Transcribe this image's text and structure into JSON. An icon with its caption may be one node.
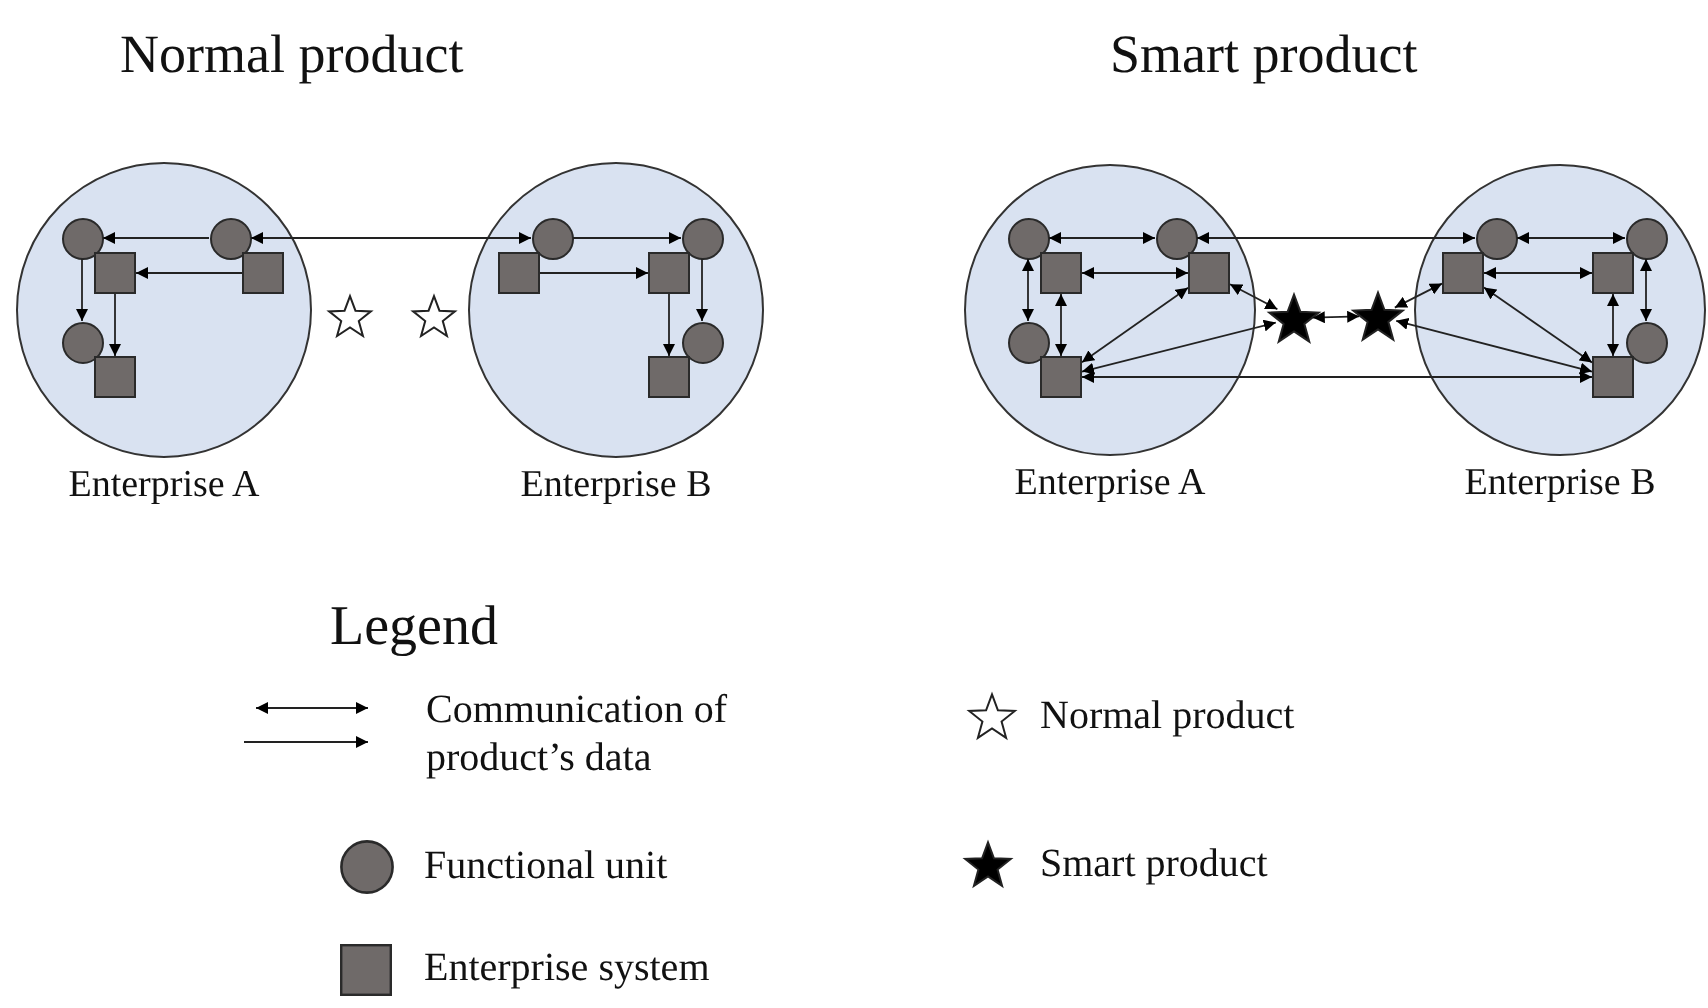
{
  "diagram": {
    "nodes": [
      {
        "text": [
          "Enterprise A"
        ]
      },
      {
        "text": [],
        "shape": "circle",
        "in": 0
      },
      {
        "text": [],
        "shape": "box",
        "in": 0
      },
      {
        "text": [],
        "shape": "circle",
        "in": 0
      },
      {
        "text": [],
        "shape": "box",
        "in": 0
      },
      {
        "text": [],
        "shape": "circle",
        "in": 0
      },
      {
        "text": [],
        "shape": "box",
        "in": 0
      },
      {
        "text": [
          "Enterprise B"
        ]
      },
      {
        "text": [],
        "shape": "circle",
        "in": 7
      },
      {
        "text": [],
        "shape": "box",
        "in": 7
      },
      {
        "text": [],
        "shape": "circle",
        "in": 7
      },
      {
        "text": [],
        "shape": "box",
        "in": 7
      },
      {
        "text": [],
        "shape": "circle",
        "in": 7
      },
      {
        "text": [],
        "shape": "box",
        "in": 7
      },
      {
        "text": [],
        "shape": "star"
      },
      {
        "text": [],
        "shape": "star"
      },
      {
        "text": [
          "Enterprise A"
        ]
      },
      {
        "text": [],
        "shape": "circle",
        "in": 16
      },
      {
        "text": [],
        "shape": "box",
        "in": 16
      },
      {
        "text": [],
        "shape": "circle",
        "in": 16
      },
      {
        "text": [],
        "shape": "box",
        "in": 16
      },
      {
        "text": [],
        "shape": "circle",
        "in": 16
      },
      {
        "text": [],
        "shape": "box",
        "in": 16
      },
      {
        "text": [
          "Enterprise B"
        ]
      },
      {
        "text": [],
        "shape": "circle",
        "in": 23
      },
      {
        "text": [],
        "shape": "box",
        "in": 23
      },
      {
        "text": [],
        "shape": "circle",
        "in": 23
      },
      {
        "text": [],
        "shape": "box",
        "in": 23
      },
      {
        "text": [],
        "shape": "circle",
        "in": 23
      },
      {
        "text": [],
        "shape": "box",
        "in": 23
      },
      {
        "text": [],
        "shape": "star"
      },
      {
        "text": [],
        "shape": "star"
      }
    ],
    "edges": [
      {
        "from": 3,
        "to": 1,
        "arrow": "to"
      },
      {
        "from": 4,
        "to": 2,
        "arrow": "to"
      },
      {
        "from": 1,
        "to": 5,
        "arrow": "to"
      },
      {
        "from": 2,
        "to": 6,
        "arrow": "to"
      },
      {
        "from": 3,
        "to": 8,
        "arrow": "both"
      },
      {
        "from": 8,
        "to": 10,
        "arrow": "to"
      },
      {
        "from": 9,
        "to": 11,
        "arrow": "to"
      },
      {
        "from": 10,
        "to": 12,
        "arrow": "to"
      },
      {
        "from": 11,
        "to": 13,
        "arrow": "to"
      },
      {
        "from": 17,
        "to": 19,
        "arrow": "both"
      },
      {
        "from": 18,
        "to": 20,
        "arrow": "both"
      },
      {
        "from": 17,
        "to": 21,
        "arrow": "both"
      },
      {
        "from": 18,
        "to": 22,
        "arrow": "both"
      },
      {
        "from": 22,
        "to": 20,
        "arrow": "both"
      },
      {
        "from": 19,
        "to": 24,
        "arrow": "both"
      },
      {
        "from": 22,
        "to": 29,
        "arrow": "both"
      },
      {
        "from": 20,
        "to": 30,
        "arrow": "both"
      },
      {
        "from": 30,
        "to": 31,
        "arrow": "both"
      },
      {
        "from": 22,
        "to": 30,
        "arrow": "both"
      },
      {
        "from": 29,
        "to": 31,
        "arrow": "both"
      },
      {
        "from": 25,
        "to": 31,
        "arrow": "both"
      },
      {
        "from": 24,
        "to": 26,
        "arrow": "both"
      },
      {
        "from": 25,
        "to": 27,
        "arrow": "both"
      },
      {
        "from": 26,
        "to": 28,
        "arrow": "both"
      },
      {
        "from": 27,
        "to": 29,
        "arrow": "both"
      },
      {
        "from": 25,
        "to": 29,
        "arrow": "both"
      }
    ],
    "labels": [
      "Normal product",
      "Smart product",
      "Legend"
    ],
    "legend": [
      {
        "text": "Communication of product’s data"
      },
      {
        "text": "Normal product"
      },
      {
        "text": "Functional unit"
      },
      {
        "text": "Smart product"
      },
      {
        "text": "Enterprise system"
      }
    ]
  }
}
